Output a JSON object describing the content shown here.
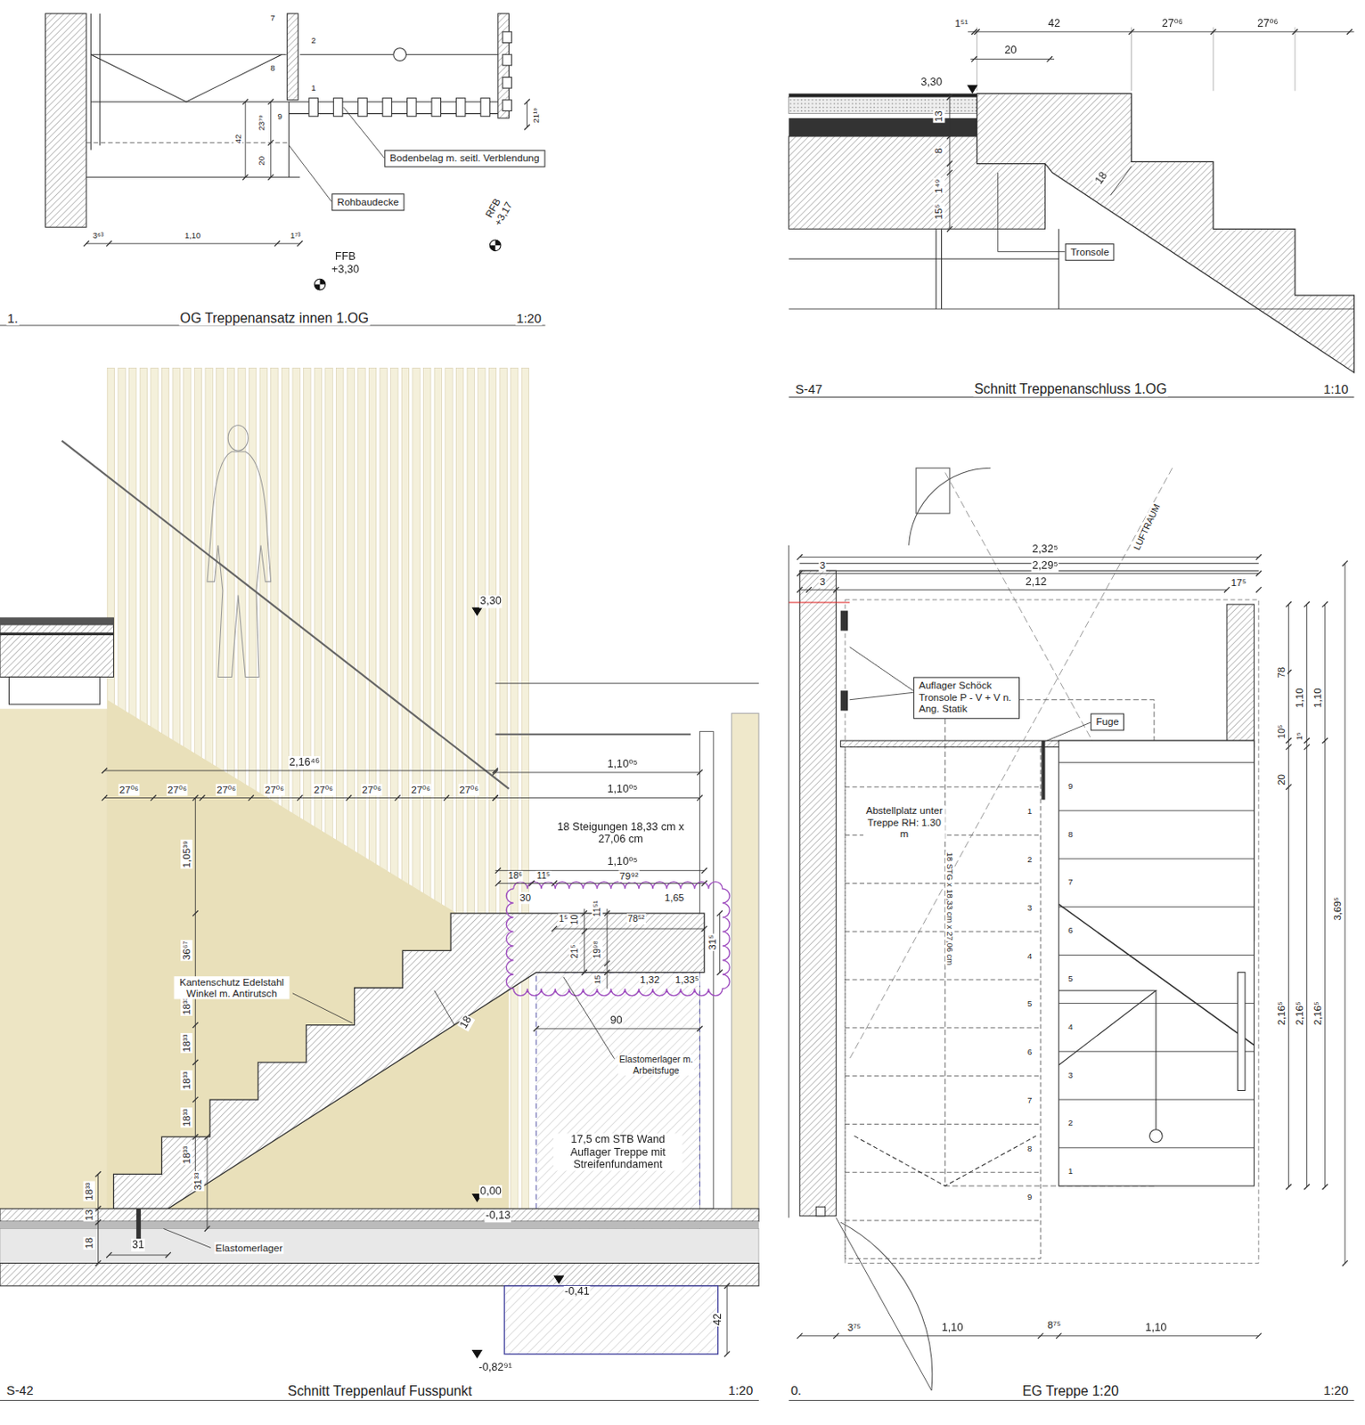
{
  "diagram": {
    "nodes": [
      {
        "text": [
          "Bodenbelag m. seitl. Verblendung"
        ]
      },
      {
        "text": [
          "Rohbaudecke"
        ]
      },
      {
        "text": [
          "Tronsole"
        ]
      },
      {
        "text": [
          "Auflager Schöck Tronsole P - V + V n. Ang. Statik"
        ]
      },
      {
        "text": [
          "Fuge"
        ]
      }
    ],
    "edges": [],
    "labels": [
      "1.",
      "OG Treppenansatz innen 1.OG",
      "1:20",
      "7",
      "2",
      "8",
      "1",
      "9",
      "23⁷⁹",
      "42",
      "20",
      "21¹⁹",
      "3⁶³",
      "1,10",
      "1⁷³",
      "RFB +3,17",
      "FFB +3,30",
      "S-47",
      "Schnitt Treppenanschluss 1.OG",
      "1:10",
      "1⁵¹",
      "42",
      "27⁰⁶",
      "27⁰⁶",
      "20",
      "3,30",
      "13",
      "8",
      "1⁴⁹",
      "15⁵",
      "18",
      "S-42",
      "Schnitt Treppenlauf Fusspunkt",
      "1:20",
      "3,30",
      "2,16⁴⁶",
      "27⁰⁶",
      "27⁰⁶",
      "27⁰⁶",
      "27⁰⁶",
      "27⁰⁶",
      "27⁰⁶",
      "27⁰⁶",
      "27⁰⁶",
      "1,10⁰⁵",
      "1,10⁰⁵",
      "1,05³⁹",
      "18 Steigungen 18,33 cm x 27,06 cm",
      "1,10⁰⁵",
      "18⁶",
      "11⁵",
      "79⁹²",
      "30",
      "1⁵",
      "11⁵¹",
      "78⁵²",
      "1,65",
      "10",
      "21⁵",
      "19⁹⁸",
      "15",
      "31⁵",
      "1,32",
      "1,33⁵",
      "36⁶⁷",
      "18³³",
      "18³³",
      "18³³",
      "18³³",
      "18³³",
      "Kantenschutz Edelstahl Winkel m. Antirutsch",
      "18",
      "90",
      "Elastomerlager m. Arbeitsfuge",
      "17,5 cm STB Wand Auflager Treppe mit Streifenfundament",
      "0,00",
      "-0,13",
      "18³³",
      "13",
      "18",
      "31³³",
      "31",
      "Elastomerlager",
      "-0,41",
      "42",
      "-0,82⁹¹",
      "0.",
      "EG Treppe 1:20",
      "1:20",
      "LUFTRAUM",
      "2,32⁵",
      "2,29⁵",
      "2,12",
      "3",
      "3",
      "17⁵",
      "Abstellplatz unter Treppe RH: 1.30 m",
      "1",
      "2",
      "3",
      "4",
      "5",
      "6",
      "7",
      "8",
      "9",
      "9",
      "8",
      "7",
      "6",
      "5",
      "4",
      "3",
      "2",
      "1",
      "18 STG x 18,33 cm x 27,06 cm",
      "78",
      "1,10",
      "1,10",
      "10⁵",
      "1⁵",
      "20",
      "2,16⁵",
      "2,16⁵",
      "2,16⁵",
      "3,69⁵",
      "3⁷⁵",
      "1,10",
      "8⁷⁵",
      "1,10"
    ]
  }
}
